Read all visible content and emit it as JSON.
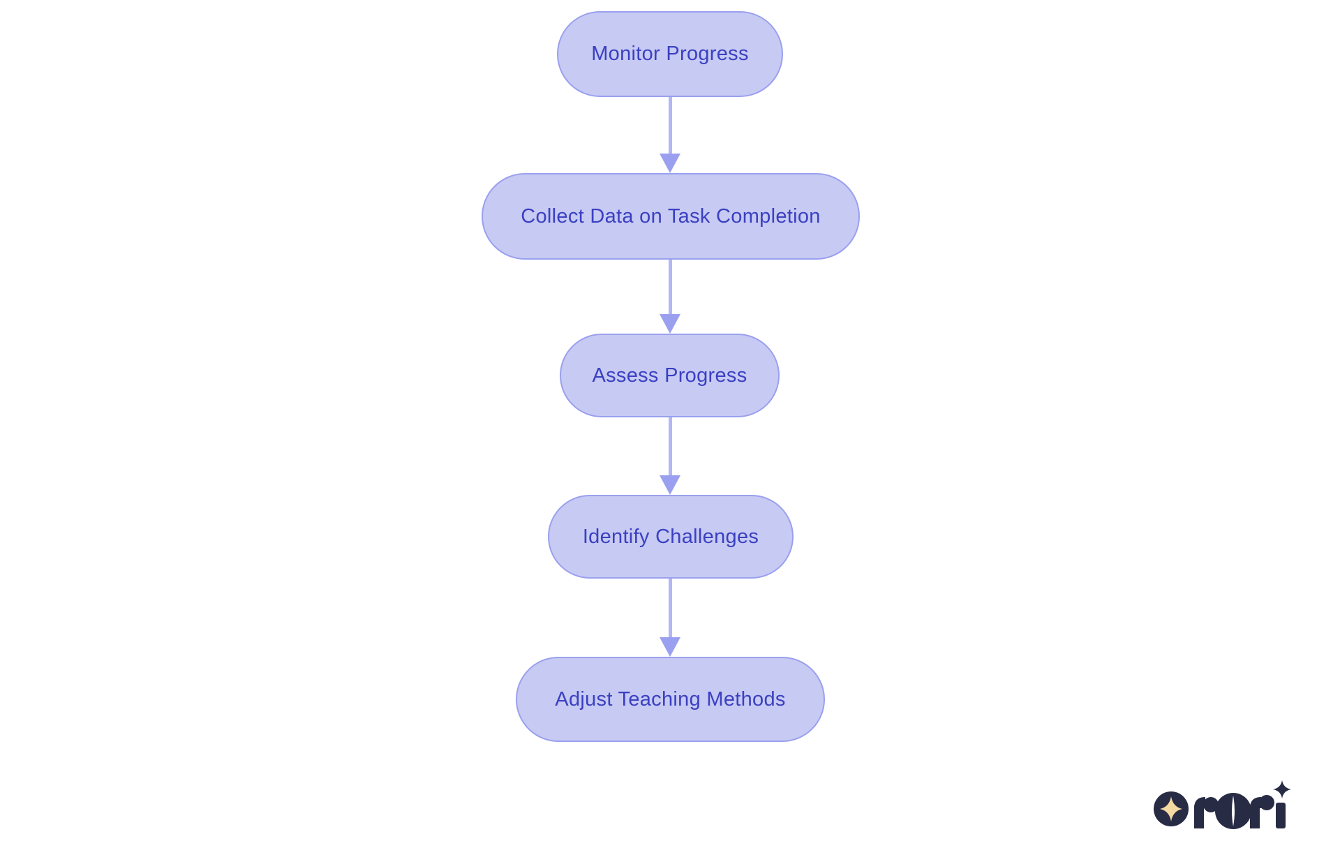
{
  "flowchart": {
    "type": "flowchart",
    "direction": "top-down",
    "nodes": [
      {
        "id": "monitor-progress",
        "label": "Monitor Progress"
      },
      {
        "id": "collect-data",
        "label": "Collect Data on Task Completion"
      },
      {
        "id": "assess-progress",
        "label": "Assess Progress"
      },
      {
        "id": "identify-challenges",
        "label": "Identify Challenges"
      },
      {
        "id": "adjust-teaching",
        "label": "Adjust Teaching Methods"
      }
    ],
    "edges": [
      {
        "from": "Monitor Progress",
        "to": "Collect Data on Task Completion"
      },
      {
        "from": "Collect Data on Task Completion",
        "to": "Assess Progress"
      },
      {
        "from": "Assess Progress",
        "to": "Identify Challenges"
      },
      {
        "from": "Identify Challenges",
        "to": "Adjust Teaching Methods"
      }
    ],
    "colors": {
      "node_fill": "#c7caf3",
      "node_border": "#9aa0ee",
      "node_text": "#3b40c1",
      "arrow_line": "#b3b7f3",
      "arrow_head": "#9aa0ef",
      "background": "#ffffff"
    }
  },
  "logo": {
    "brand": "rori",
    "badge_icon": "four-point-star-in-circle",
    "accent_icon": "four-point-star",
    "colors": {
      "logo_navy": "#272b44",
      "logo_gold": "#f4d9a1"
    }
  }
}
